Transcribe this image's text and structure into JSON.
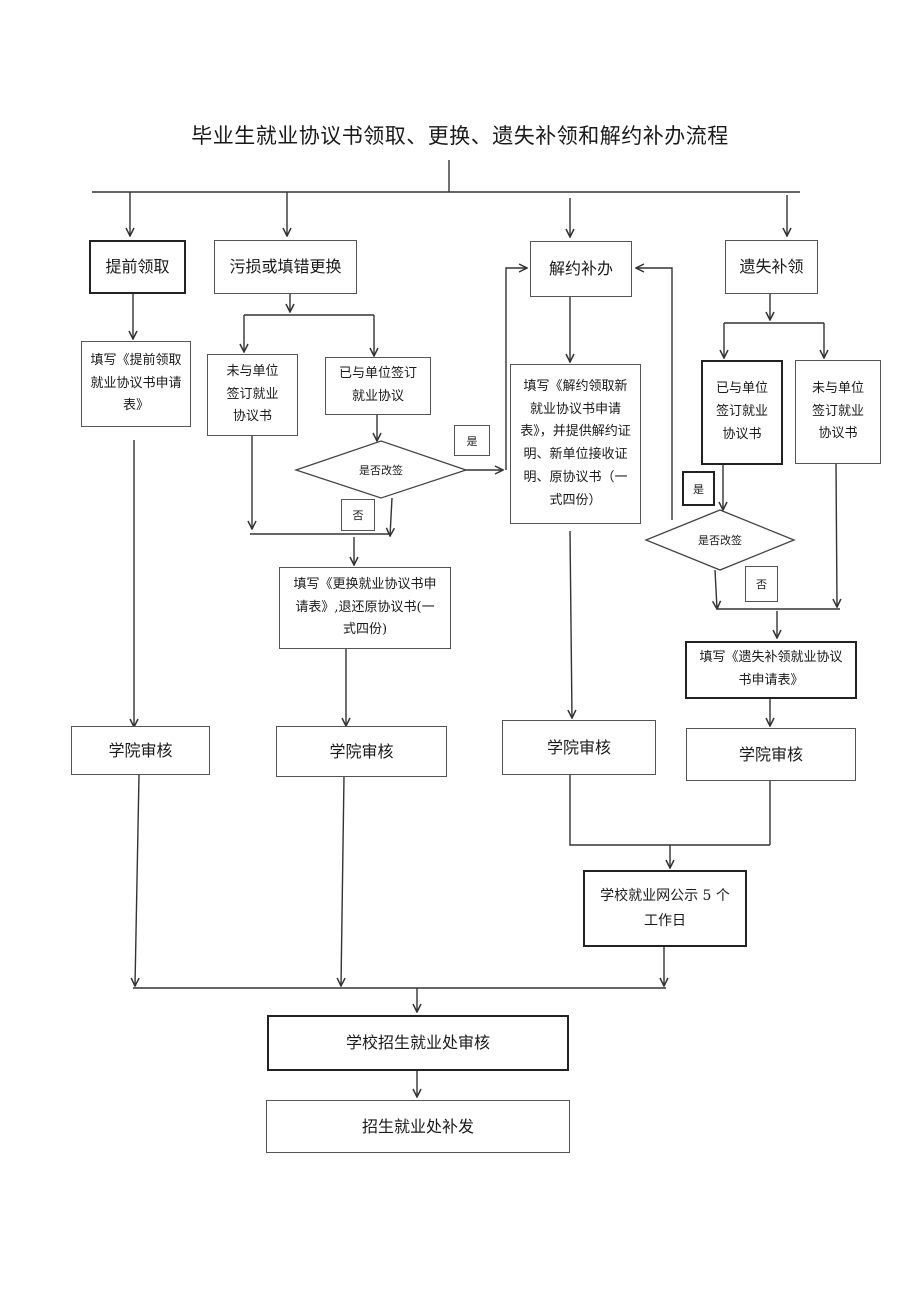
{
  "title": "毕业生就业协议书领取、更换、遗失补领和解约补办流程",
  "branches": {
    "early": {
      "label": "提前领取",
      "fill_form": "填写《提前领取就业协议书申请表》",
      "review": "学院审核"
    },
    "replace": {
      "label": "污损或填错更换",
      "not_signed": "未与单位签订就业协议书",
      "signed": "已与单位签订就业协议",
      "decision": "是否改签",
      "yes": "是",
      "no": "否",
      "fill_form": "填写《更换就业协议书申请表》,退还原协议书(一式四份)",
      "review": "学院审核"
    },
    "rescind": {
      "label": "解约补办",
      "fill_form": "填写《解约领取新就业协议书申请表》，并提供解约证明、新单位接收证明、原协议书（一式四份）",
      "review": "学院审核"
    },
    "lost": {
      "label": "遗失补领",
      "signed": "已与单位签订就业协议书",
      "not_signed": "未与单位签订就业协议书",
      "decision": "是否改签",
      "yes": "是",
      "no": "否",
      "fill_form": "填写《遗失补领就业协议书申请表》",
      "review": "学院审核"
    }
  },
  "public_notice": "学校就业网公示 5 个工作日",
  "school_review": "学校招生就业处审核",
  "reissue": "招生就业处补发"
}
